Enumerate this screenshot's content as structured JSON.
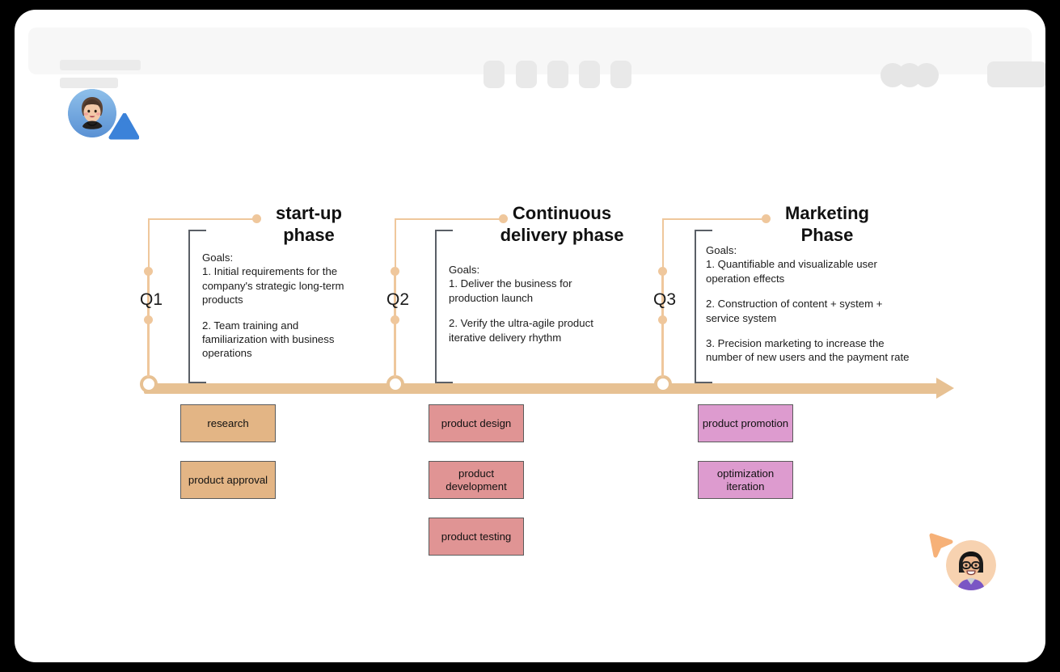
{
  "browser": {
    "toolbar_placeholders": [
      "url-bar",
      "subtitle-bar"
    ],
    "tab_count": 5,
    "avatar_stack_count": 3,
    "action_button": ""
  },
  "colors": {
    "timeline": "#e7c193",
    "connector": "#efc79c",
    "bracket": "#5a5f66",
    "box_orange": "#e3b585",
    "box_pink": "#e09494",
    "box_purple": "#dd9bcf",
    "box_border": "#5b5b5b",
    "cursor_blue": "#3b82d9",
    "cursor_orange": "#f6b178"
  },
  "timeline": {
    "milestones": [
      {
        "quarter": "Q1",
        "title": "start-up phase",
        "goals_heading": "Goals:",
        "goals": [
          "1. Initial requirements for the company's strategic long-term products",
          "2. Team training and familiarization with business operations"
        ],
        "tasks": [
          {
            "label": "research",
            "color": "orange"
          },
          {
            "label": "product approval",
            "color": "orange"
          }
        ]
      },
      {
        "quarter": "Q2",
        "title": "Continuous delivery phase",
        "goals_heading": "Goals:",
        "goals": [
          "1. Deliver the business for production launch",
          "2. Verify the ultra-agile product iterative delivery rhythm"
        ],
        "tasks": [
          {
            "label": "product design",
            "color": "pink"
          },
          {
            "label": "product development",
            "color": "pink"
          },
          {
            "label": "product testing",
            "color": "pink"
          }
        ]
      },
      {
        "quarter": "Q3",
        "title": "Marketing Phase",
        "goals_heading": "Goals:",
        "goals": [
          "1. Quantifiable and visualizable user operation effects",
          "2. Construction of content + system + service system",
          "3. Precision marketing to increase the number of new users and the payment rate"
        ],
        "tasks": [
          {
            "label": "product promotion",
            "color": "purple"
          },
          {
            "label": "optimization iteration",
            "color": "purple"
          }
        ]
      }
    ]
  },
  "collaborators": [
    {
      "name": "user-avatar-top-left",
      "cursor_color": "#3b82d9"
    },
    {
      "name": "user-avatar-bottom-right",
      "cursor_color": "#f6b178"
    }
  ]
}
